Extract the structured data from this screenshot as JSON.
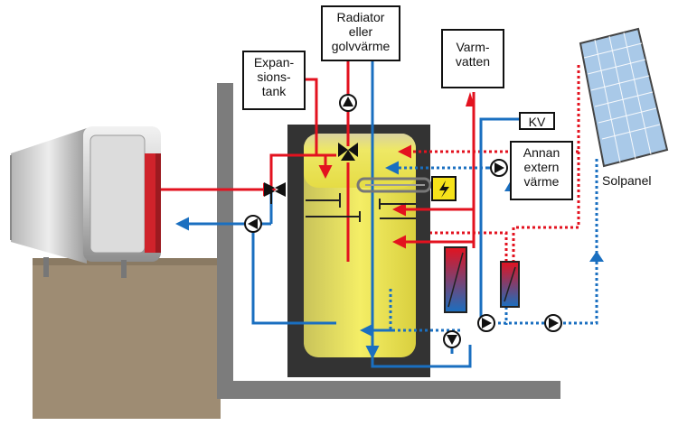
{
  "labels": {
    "radiator": "Radiator\neller\ngolvvärme",
    "expansion": "Expan-\nsions-\ntank",
    "hot_water": "Varm-\nvatten",
    "cold_water": "KV",
    "other_heat": "Annan\nextern\nvärme",
    "solar_panel": "Solpanel"
  },
  "colors": {
    "hot": "#e3121f",
    "cold": "#1a6fc0",
    "wall": "#7c7c7c",
    "ground": "#9e8c73",
    "tank_shell": "#333333",
    "tank_fill": "#e8e04a"
  },
  "icons": [
    "heat-pump-icon",
    "pump-icon",
    "mixing-valve-icon",
    "electric-heater-icon",
    "heat-exchanger-icon",
    "solar-panel-icon",
    "arrow-icon"
  ]
}
